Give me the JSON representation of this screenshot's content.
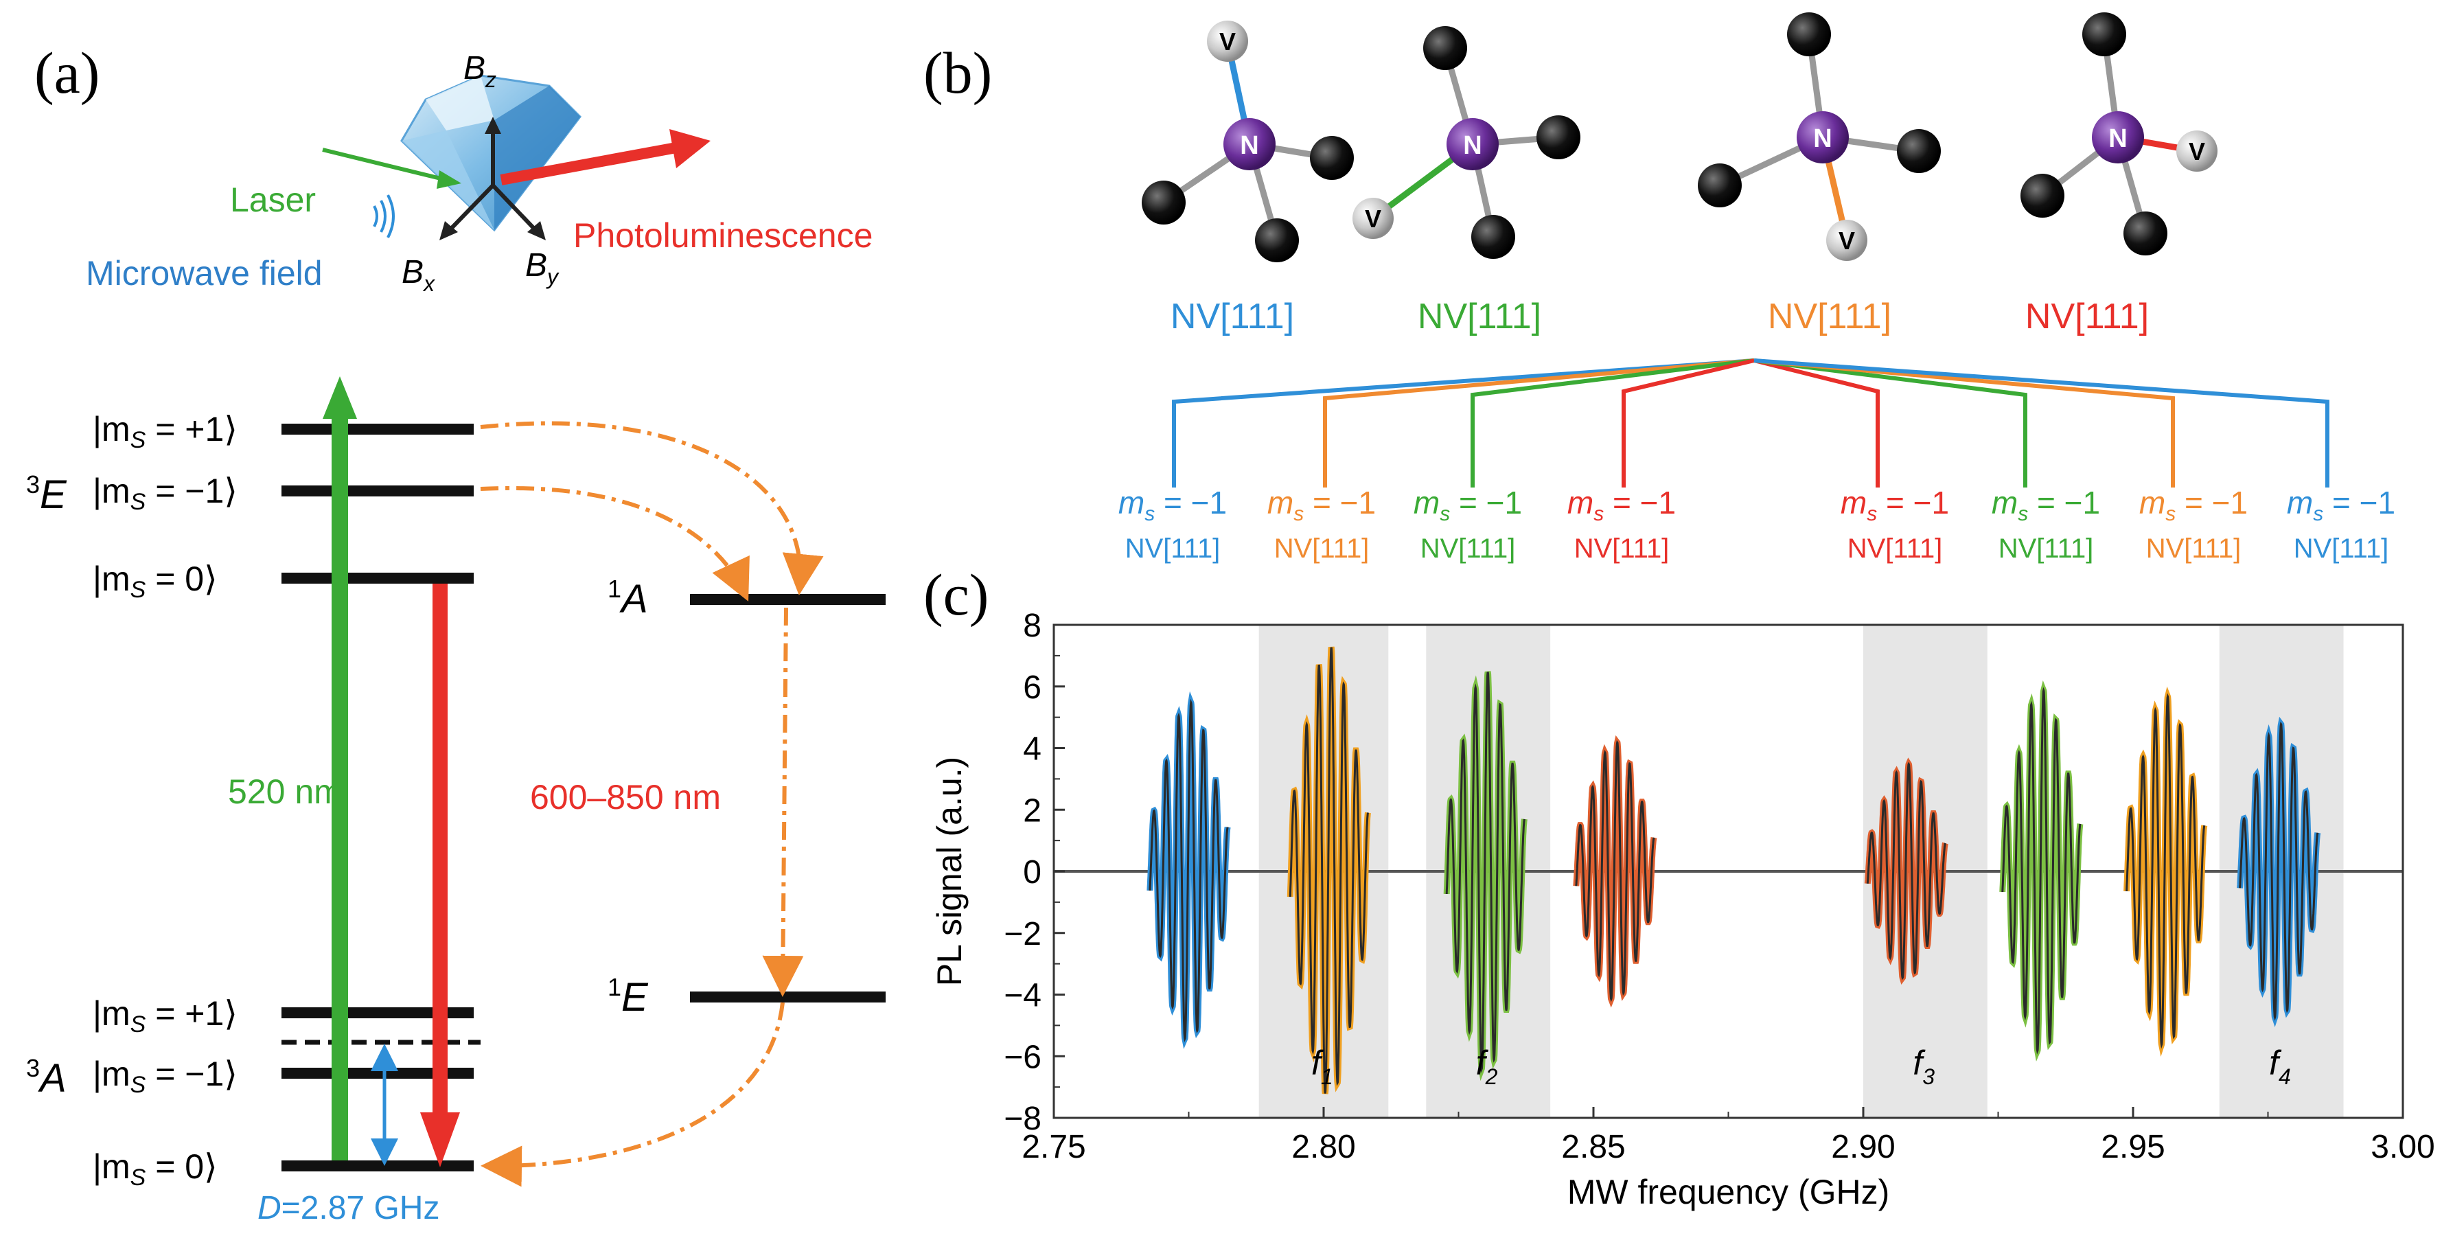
{
  "panels": {
    "a": "(a)",
    "b": "(b)",
    "c": "(c)"
  },
  "panel_a": {
    "bz": "B",
    "bz_sub": "z",
    "bx": "B",
    "bx_sub": "x",
    "by": "B",
    "by_sub": "y",
    "laser": "Laser",
    "microwave": "Microwave field",
    "photoluminescence": "Photoluminescence",
    "level_p1_top": "|m",
    "level_m1_top": "|m",
    "level_0_top": "|m",
    "level_p1_bottom": "|m",
    "level_m1_bottom": "|m",
    "level_0_bottom": "|m",
    "ms_sub": "S",
    "val_p1": " = +1⟩",
    "val_m1": " = −1⟩",
    "val_0": " = 0⟩",
    "state_3E": "E",
    "state_3E_sup": "3",
    "state_3A": "A",
    "state_3A_sup": "3",
    "state_1A": "A",
    "state_1A_sup": "1",
    "state_1E": "E",
    "state_1E_sup": "1",
    "wavelength_green": "520 nm",
    "wavelength_red": "600–850 nm",
    "zfs_label": "D",
    "zfs_value": "=2.87 GHz",
    "colors": {
      "green": "#3aaa35",
      "red": "#e8302a",
      "orange": "#f08a30",
      "blue": "#2f8fd8"
    }
  },
  "panel_b": {
    "atom_n": "N",
    "atom_v": "V",
    "orientations": [
      {
        "label": "NV[111]",
        "color": "#2f8fd8"
      },
      {
        "label": "NV[111]",
        "color": "#3aaa35"
      },
      {
        "label": "NV[111]",
        "color": "#f08a30"
      },
      {
        "label": "NV[111]",
        "color": "#e8302a"
      }
    ],
    "ms_text": "m",
    "ms_sub": "s",
    "ms_val": " = −1",
    "branches": [
      {
        "label": "NV[111]",
        "color": "#2f8fd8"
      },
      {
        "label": "NV[111]",
        "color": "#f08a30"
      },
      {
        "label": "NV[111]",
        "color": "#3aaa35"
      },
      {
        "label": "NV[111]",
        "color": "#e8302a"
      },
      {
        "label": "NV[111]",
        "color": "#e8302a"
      },
      {
        "label": "NV[111]",
        "color": "#3aaa35"
      },
      {
        "label": "NV[111]",
        "color": "#f08a30"
      },
      {
        "label": "NV[111]",
        "color": "#2f8fd8"
      }
    ]
  },
  "chart_data": {
    "type": "line",
    "xlabel": "MW frequency (GHz)",
    "ylabel": "PL signal (a.u.)",
    "xlim": [
      2.75,
      3.0
    ],
    "ylim": [
      -8,
      8
    ],
    "xticks": [
      "2.75",
      "2.80",
      "2.85",
      "2.90",
      "2.95",
      "3.00"
    ],
    "yticks": [
      "8",
      "6",
      "4",
      "2",
      "0",
      "−2",
      "−4",
      "−6",
      "−8"
    ],
    "shaded_bands": [
      {
        "label": "f",
        "sub": "1",
        "from": 2.788,
        "to": 2.812
      },
      {
        "label": "f",
        "sub": "2",
        "from": 2.819,
        "to": 2.842
      },
      {
        "label": "f",
        "sub": "3",
        "from": 2.9,
        "to": 2.923
      },
      {
        "label": "f",
        "sub": "4",
        "from": 2.966,
        "to": 2.989
      }
    ],
    "resonances": [
      {
        "center": 2.775,
        "amplitude": 5.5,
        "color": "#2f8fd8"
      },
      {
        "center": 2.801,
        "amplitude": 7.3,
        "color": "#f0a020"
      },
      {
        "center": 2.83,
        "amplitude": 6.5,
        "color": "#7cc043"
      },
      {
        "center": 2.854,
        "amplitude": 4.2,
        "color": "#e06030"
      },
      {
        "center": 2.908,
        "amplitude": 3.5,
        "color": "#e06030"
      },
      {
        "center": 2.933,
        "amplitude": 5.9,
        "color": "#7cc043"
      },
      {
        "center": 2.956,
        "amplitude": 5.7,
        "color": "#f0a020"
      },
      {
        "center": 2.977,
        "amplitude": 4.8,
        "color": "#2f8fd8"
      }
    ]
  }
}
